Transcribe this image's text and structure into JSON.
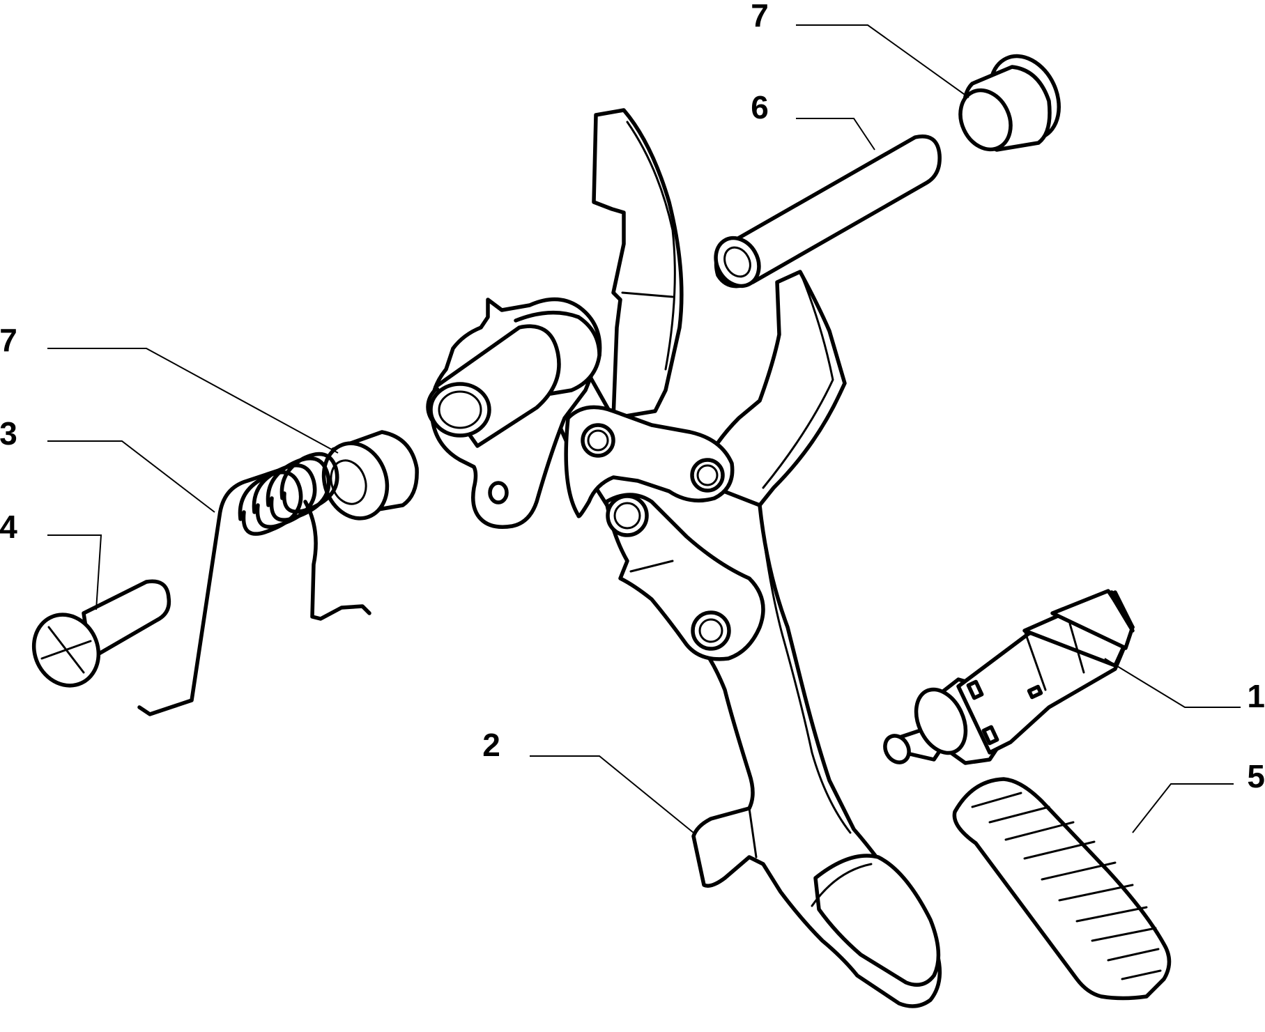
{
  "callouts": [
    {
      "id": "c1",
      "label": "1",
      "part": "stop-lamp-switch"
    },
    {
      "id": "c2",
      "label": "2",
      "part": "pedal-arm"
    },
    {
      "id": "c3",
      "label": "3",
      "part": "return-spring"
    },
    {
      "id": "c4",
      "label": "4",
      "part": "pivot-pin"
    },
    {
      "id": "c5",
      "label": "5",
      "part": "pedal-pad"
    },
    {
      "id": "c6",
      "label": "6",
      "part": "spacer-tube"
    },
    {
      "id": "c7a",
      "label": "7",
      "part": "bushing-upper-right"
    },
    {
      "id": "c7b",
      "label": "7",
      "part": "bushing-left"
    }
  ]
}
